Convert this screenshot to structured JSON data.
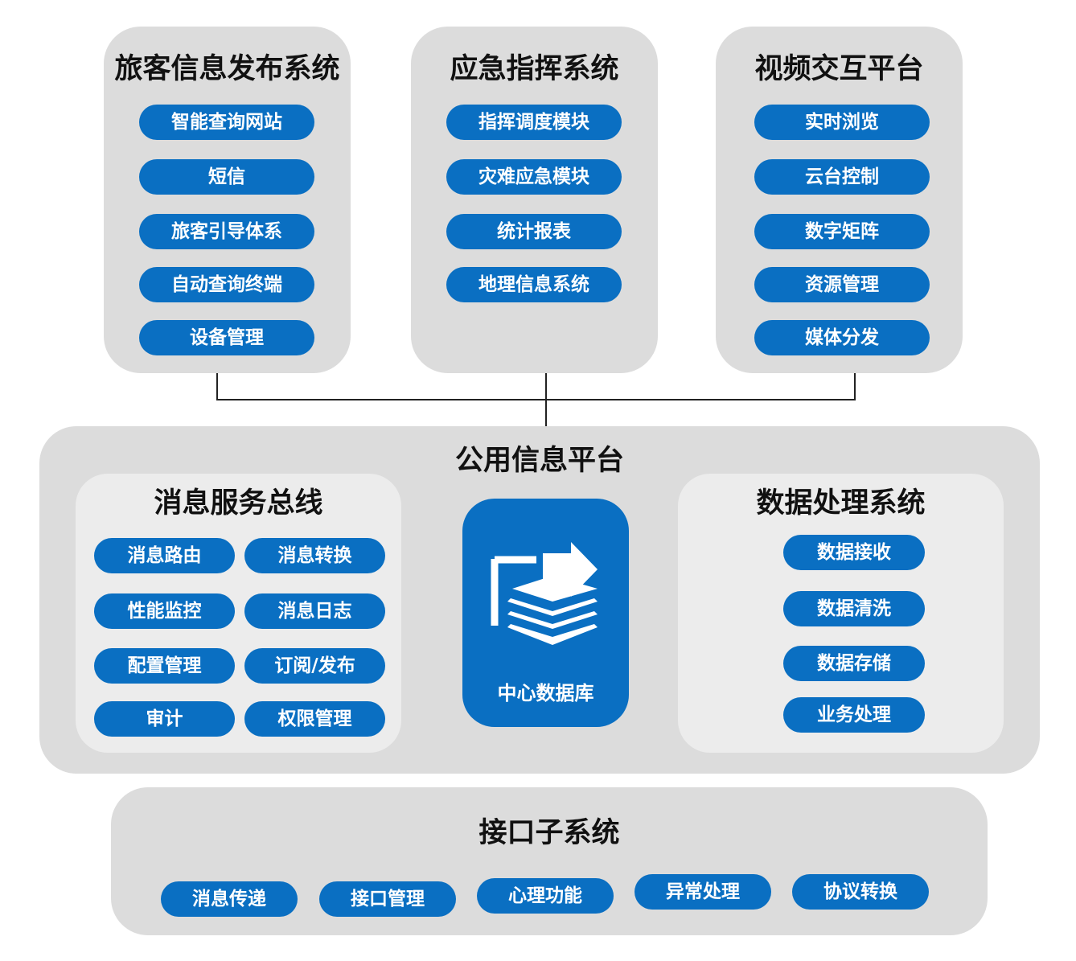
{
  "systems": [
    {
      "title": "旅客信息发布系统",
      "items": [
        "智能查询网站",
        "短信",
        "旅客引导体系",
        "自动查询终端",
        "设备管理"
      ]
    },
    {
      "title": "应急指挥系统",
      "items": [
        "指挥调度模块",
        "灾难应急模块",
        "统计报表",
        "地理信息系统"
      ]
    },
    {
      "title": "视频交互平台",
      "items": [
        "实时浏览",
        "云台控制",
        "数字矩阵",
        "资源管理",
        "媒体分发"
      ]
    }
  ],
  "platform": {
    "title": "公用信息平台",
    "bus": {
      "title": "消息服务总线",
      "items": [
        "消息路由",
        "消息转换",
        "性能监控",
        "消息日志",
        "配置管理",
        "订阅/发布",
        "审计",
        "权限管理"
      ]
    },
    "database": {
      "label": "中心数据库",
      "icon": "database-stack-icon"
    },
    "processing": {
      "title": "数据处理系统",
      "items": [
        "数据接收",
        "数据清洗",
        "数据存储",
        "业务处理"
      ]
    }
  },
  "interface": {
    "title": "接口子系统",
    "items": [
      "消息传递",
      "接口管理",
      "心理功能",
      "异常处理",
      "协议转换"
    ]
  },
  "colors": {
    "pill": "#0a6fc2",
    "panel": "#dcdcdc",
    "subpanel": "#ececec"
  }
}
